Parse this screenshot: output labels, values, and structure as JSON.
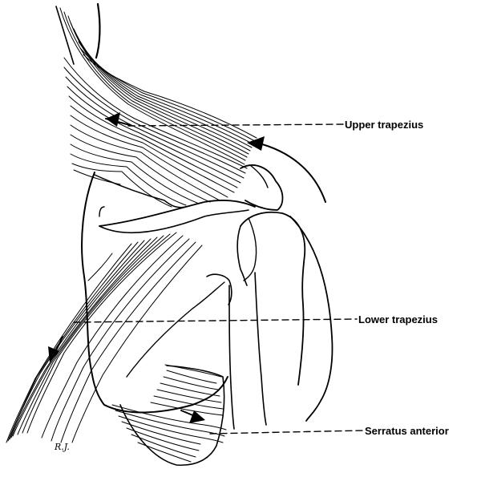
{
  "labels": {
    "upper": "Upper trapezius",
    "lower": "Lower trapezius",
    "serratus": "Serratus anterior"
  },
  "signature": "R.J.",
  "colors": {
    "ink": "#000000",
    "paper": "#ffffff"
  }
}
